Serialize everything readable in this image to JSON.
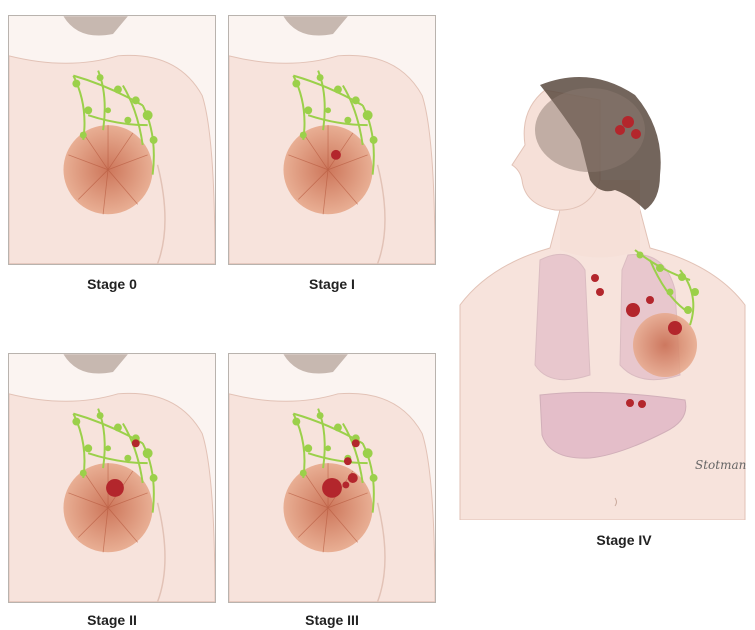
{
  "panels": [
    {
      "caption": "Stage 0"
    },
    {
      "caption": "Stage I"
    },
    {
      "caption": "Stage II"
    },
    {
      "caption": "Stage III"
    }
  ],
  "stage4": {
    "caption": "Stage IV"
  },
  "signature": "Stotman",
  "colors": {
    "skin": "#f7e3dc",
    "tissue": "#d98a6a",
    "lymph": "#9bd04a",
    "tumor": "#b3262c",
    "organ": "#d8a6bd",
    "hair": "#5a4a40"
  }
}
